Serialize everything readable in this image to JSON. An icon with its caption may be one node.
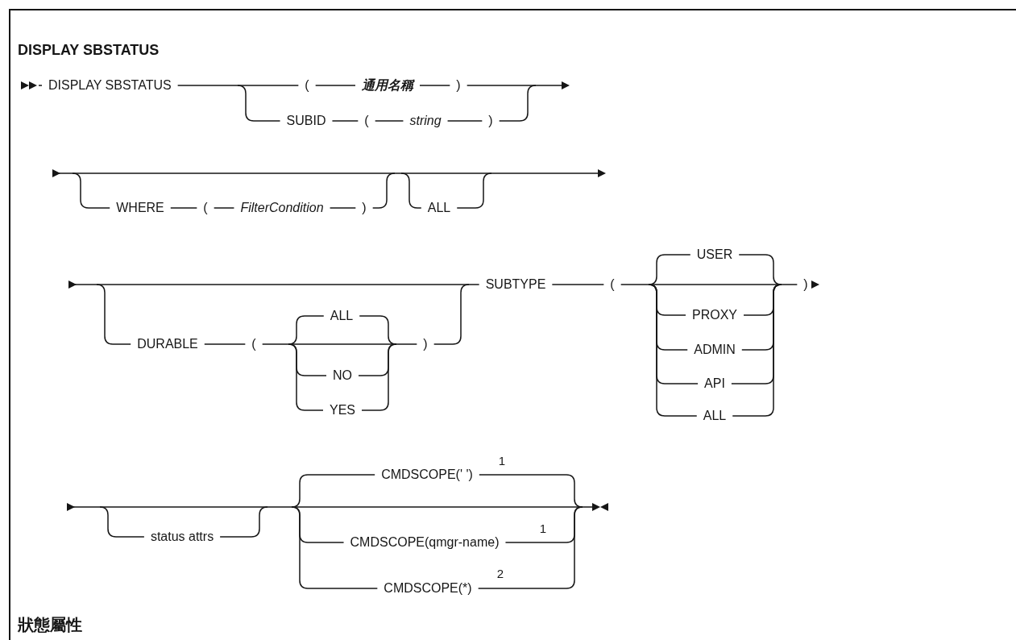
{
  "diagram": {
    "title": "DISPLAY SBSTATUS",
    "labels": [
      "DISPLAY SBSTATUS",
      "(",
      "通用名稱",
      ")",
      "SUBID",
      "(",
      "string",
      ")",
      "WHERE",
      "(",
      "FilterCondition",
      ")",
      "ALL",
      "DURABLE",
      "(",
      "ALL",
      "NO",
      "YES",
      ")",
      "SUBTYPE",
      "(",
      "USER",
      "PROXY",
      "ADMIN",
      "API",
      "ALL",
      ")",
      "status attrs",
      "CMDSCOPE(' ')",
      "1",
      "CMDSCOPE(qmgr-name)",
      "1",
      "CMDSCOPE(*)",
      "2",
      "狀態屬性"
    ]
  }
}
